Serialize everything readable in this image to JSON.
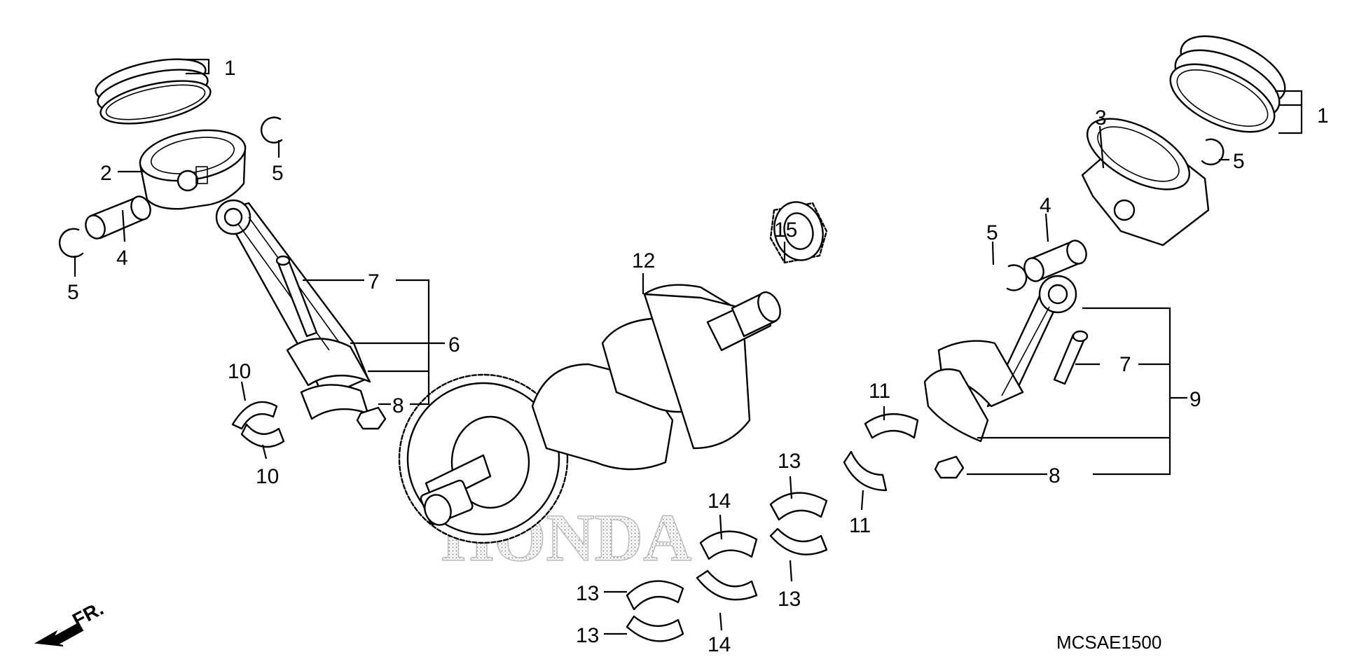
{
  "figure_code": "MCSAE1500",
  "watermark": "HONDA",
  "front_marker": "FR.",
  "callouts": [
    {
      "id": "c1a",
      "text": "1"
    },
    {
      "id": "c1b",
      "text": "1"
    },
    {
      "id": "c2",
      "text": "2"
    },
    {
      "id": "c3",
      "text": "3"
    },
    {
      "id": "c4a",
      "text": "4"
    },
    {
      "id": "c4b",
      "text": "4"
    },
    {
      "id": "c5a",
      "text": "5"
    },
    {
      "id": "c5b",
      "text": "5"
    },
    {
      "id": "c5c",
      "text": "5"
    },
    {
      "id": "c5d",
      "text": "5"
    },
    {
      "id": "c6",
      "text": "6"
    },
    {
      "id": "c7a",
      "text": "7"
    },
    {
      "id": "c7b",
      "text": "7"
    },
    {
      "id": "c8a",
      "text": "8"
    },
    {
      "id": "c8b",
      "text": "8"
    },
    {
      "id": "c9",
      "text": "9"
    },
    {
      "id": "c10a",
      "text": "10"
    },
    {
      "id": "c10b",
      "text": "10"
    },
    {
      "id": "c11a",
      "text": "11"
    },
    {
      "id": "c11b",
      "text": "11"
    },
    {
      "id": "c12",
      "text": "12"
    },
    {
      "id": "c13a",
      "text": "13"
    },
    {
      "id": "c13b",
      "text": "13"
    },
    {
      "id": "c13c",
      "text": "13"
    },
    {
      "id": "c13d",
      "text": "13"
    },
    {
      "id": "c14a",
      "text": "14"
    },
    {
      "id": "c14b",
      "text": "14"
    },
    {
      "id": "c15",
      "text": "15"
    }
  ]
}
